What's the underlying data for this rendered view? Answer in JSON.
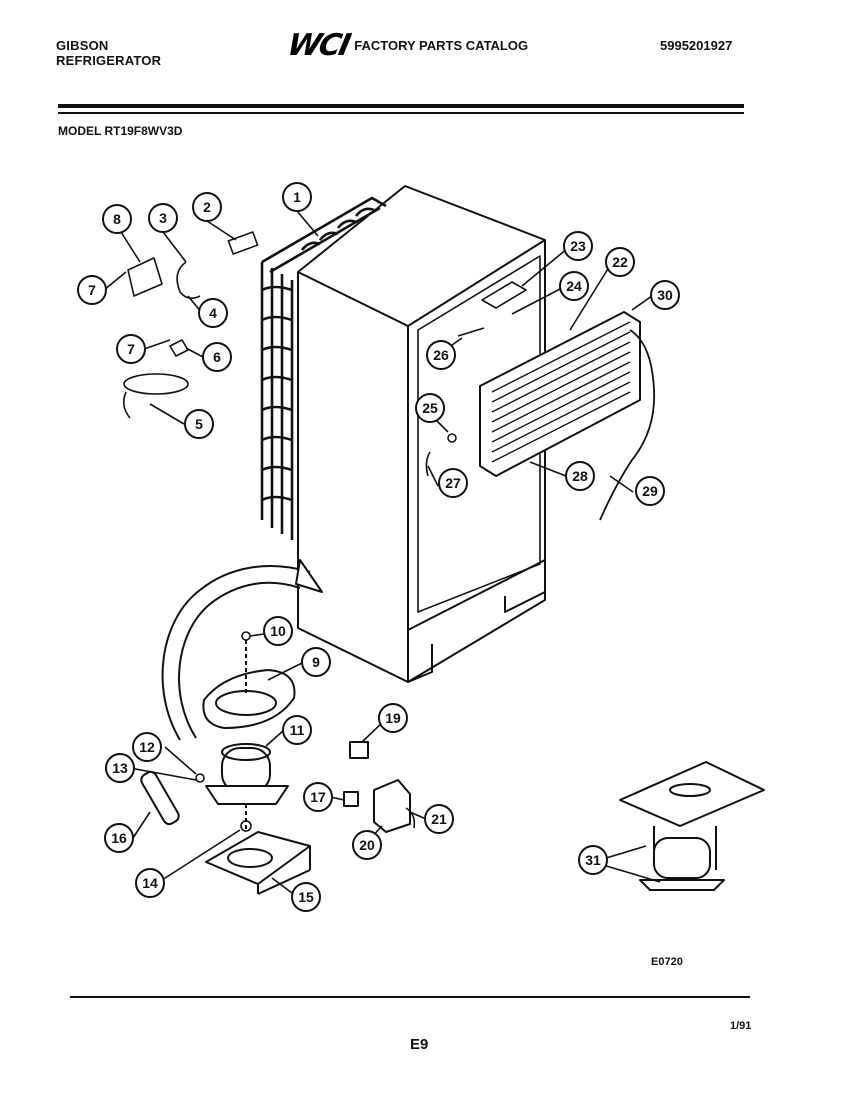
{
  "header": {
    "brand_line1": "GIBSON",
    "brand_line2": "REFRIGERATOR",
    "logo_text": "WCI",
    "catalog_title": "FACTORY PARTS CATALOG",
    "catalog_number": "5995201927"
  },
  "model_label": "MODEL RT19F8WV3D",
  "footer": {
    "diagram_code": "E0720",
    "page_number": "E9",
    "date": "1/91"
  },
  "callouts": [
    "1",
    "2",
    "3",
    "4",
    "5",
    "6",
    "7",
    "7",
    "8",
    "9",
    "10",
    "11",
    "12",
    "13",
    "14",
    "15",
    "16",
    "17",
    "19",
    "20",
    "21",
    "22",
    "23",
    "24",
    "25",
    "26",
    "27",
    "28",
    "29",
    "30",
    "31"
  ]
}
